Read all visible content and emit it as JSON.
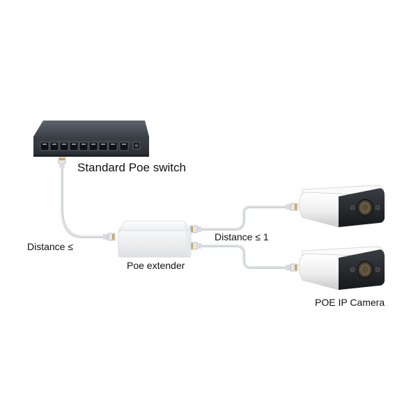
{
  "labels": {
    "switch": "Standard Poe switch",
    "distance_left": "Distance ≤",
    "extender": "Poe extender",
    "distance_right": "Distance ≤ 1",
    "camera": "POE IP Camera"
  },
  "colors": {
    "cable": "#cfd3d6",
    "switch_body": "#4a5057",
    "extender_body": "#f4f5f6",
    "camera_body": "#f2f2f2",
    "camera_front": "#2a2c30",
    "connector": "#c9a75a"
  },
  "icons": [
    "network-switch-icon",
    "poe-extender-icon",
    "ip-camera-icon",
    "rj45-connector-icon"
  ]
}
